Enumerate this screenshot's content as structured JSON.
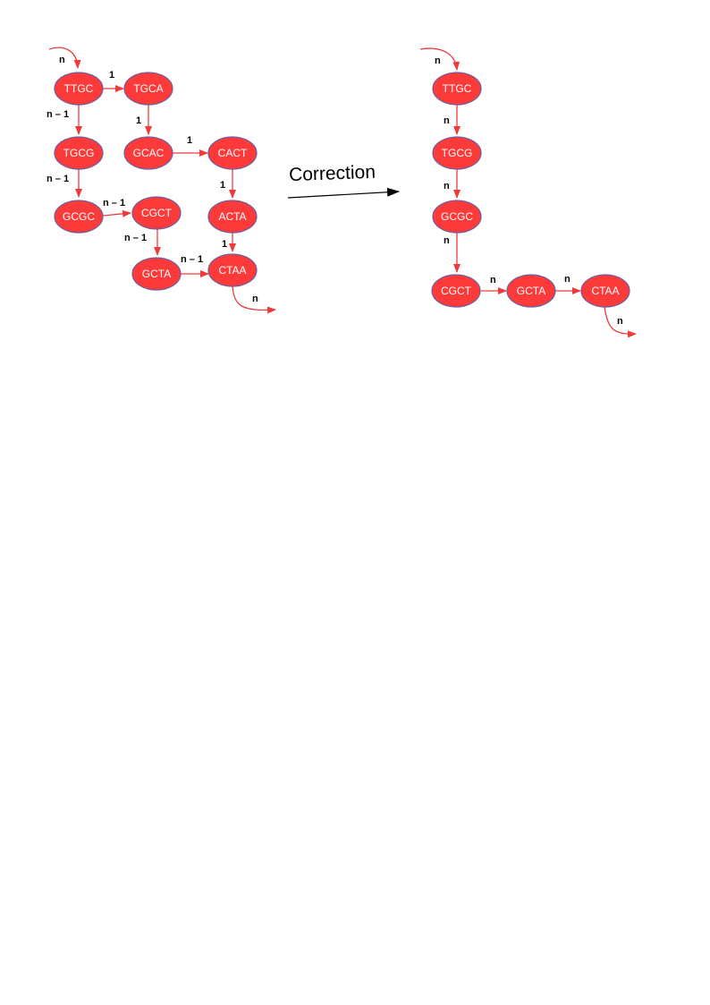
{
  "correction_label": "Correction",
  "left_graph": {
    "nodes": {
      "ttgc": "TTGC",
      "tgca": "TGCA",
      "tgcg": "TGCG",
      "gcac": "GCAC",
      "cact": "CACT",
      "gcgc": "GCGC",
      "cgct": "CGCT",
      "acta": "ACTA",
      "gcta": "GCTA",
      "ctaa": "CTAA"
    },
    "edges": {
      "in": "n",
      "ttgc_tgca": "1",
      "ttgc_tgcg": "n – 1",
      "tgca_gcac": "1",
      "gcac_cact": "1",
      "tgcg_gcgc": "n – 1",
      "cact_acta": "1",
      "gcgc_cgct": "n – 1",
      "cgct_gcta": "n – 1",
      "acta_ctaa": "1",
      "gcta_ctaa": "n – 1",
      "out": "n"
    }
  },
  "right_graph": {
    "nodes": {
      "ttgc": "TTGC",
      "tgcg": "TGCG",
      "gcgc": "GCGC",
      "cgct": "CGCT",
      "gcta": "GCTA",
      "ctaa": "CTAA"
    },
    "edges": {
      "in": "n",
      "ttgc_tgcg": "n",
      "tgcg_gcgc": "n",
      "gcgc_cgct": "n",
      "cgct_gcta": "n",
      "gcta_ctaa": "n",
      "out": "n"
    }
  },
  "colors": {
    "node_fill": "#fd3a3a",
    "node_stroke": "#6b5fa0",
    "edge": "#f03a3a",
    "arrow": "#000000"
  }
}
